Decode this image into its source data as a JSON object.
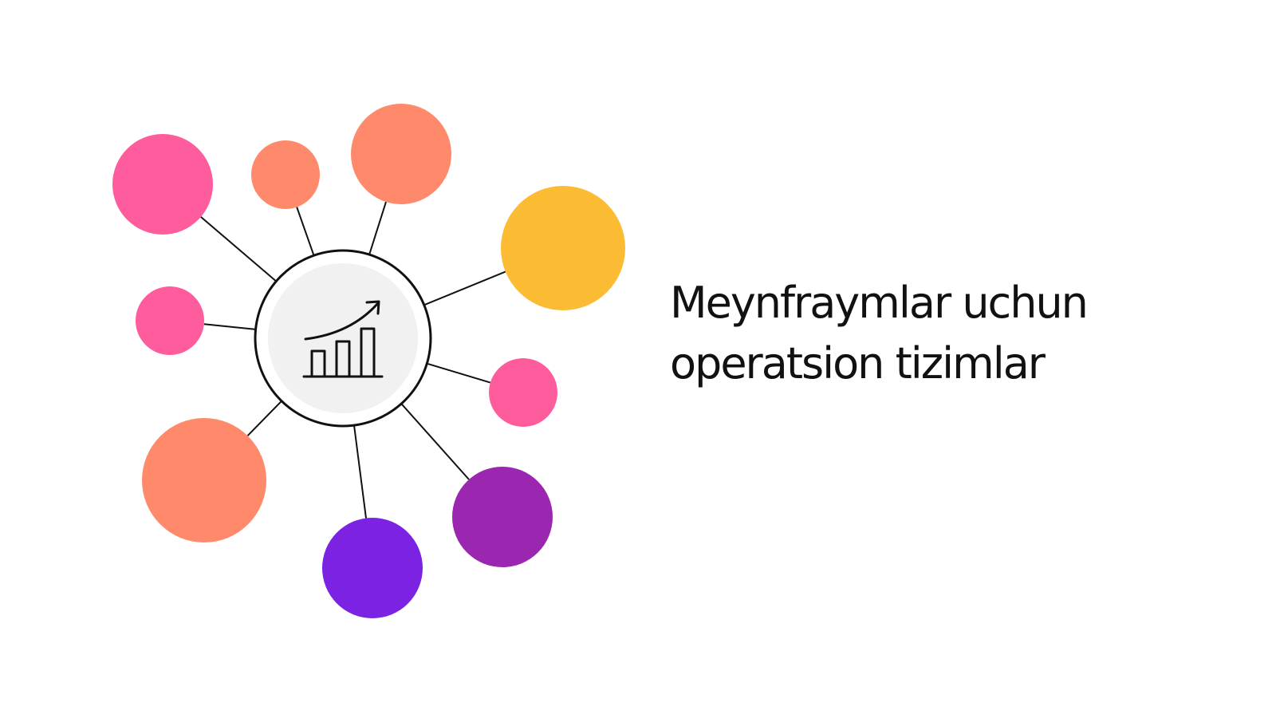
{
  "title": {
    "line1": "Meynfraymlar uchun",
    "line2": "operatsion tizimlar"
  },
  "center_icon": "growth-chart-icon",
  "colors": {
    "pink": "#FF5C9E",
    "coral": "#FF8A6B",
    "yellow": "#FBBC33",
    "purple": "#9B27B0",
    "violet": "#7B22E3",
    "hub_fill": "#F1F1F1",
    "line": "#111111"
  },
  "nodes": [
    {
      "name": "node-pink-top-left",
      "color": "pink"
    },
    {
      "name": "node-coral-small-top",
      "color": "coral"
    },
    {
      "name": "node-coral-top",
      "color": "coral"
    },
    {
      "name": "node-yellow-right",
      "color": "yellow"
    },
    {
      "name": "node-pink-left",
      "color": "pink"
    },
    {
      "name": "node-pink-right",
      "color": "pink"
    },
    {
      "name": "node-coral-bottom-left",
      "color": "coral"
    },
    {
      "name": "node-violet-bottom",
      "color": "violet"
    },
    {
      "name": "node-purple-bottom-right",
      "color": "purple"
    }
  ]
}
